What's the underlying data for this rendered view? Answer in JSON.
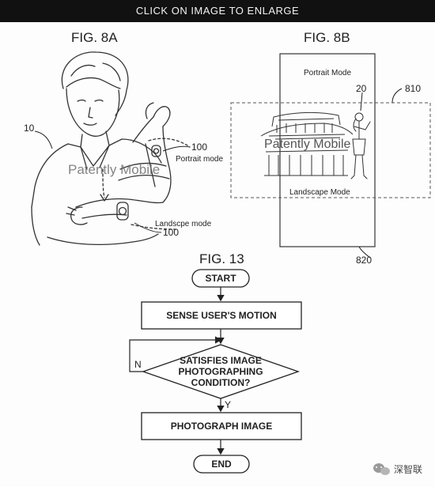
{
  "banner": {
    "label": "CLICK ON IMAGE TO ENLARGE"
  },
  "fig8a": {
    "title": "FIG. 8A",
    "ref_person": "10",
    "ref_device_top": "100",
    "portrait_label": "Portrait mode",
    "ref_device_bottom": "100",
    "landscape_label": "Landscpe mode",
    "watermark": "Patently Mobile"
  },
  "fig8b": {
    "title": "FIG. 8B",
    "portrait_label": "Portrait Mode",
    "ref_subject": "20",
    "ref_landscape_frame": "810",
    "landscape_label": "Landscape Mode",
    "ref_portrait_frame": "820",
    "watermark": "Patently Mobile"
  },
  "fig13": {
    "title": "FIG. 13",
    "start": "START",
    "sense": "SENSE USER'S MOTION",
    "decision_line1": "SATISFIES IMAGE",
    "decision_line2": "PHOTOGRAPHING",
    "decision_line3": "CONDITION?",
    "no_label": "N",
    "yes_label": "Y",
    "photograph": "PHOTOGRAPH IMAGE",
    "end": "END"
  },
  "badge": {
    "text": "深智联",
    "icon": "wechat-icon"
  }
}
